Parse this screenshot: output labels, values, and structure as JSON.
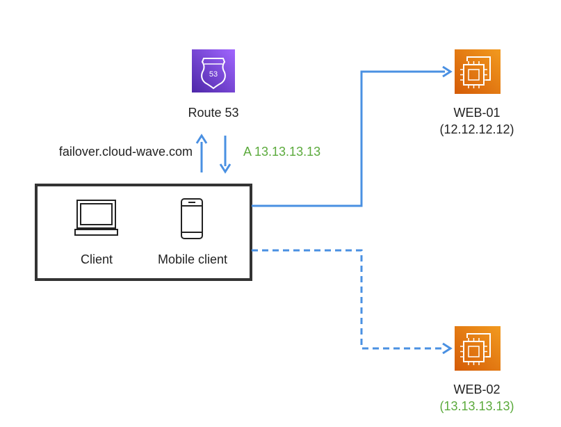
{
  "route53": {
    "badge_text": "53",
    "label": "Route 53",
    "icon": "route53-shield-icon",
    "color": "#8A3FE3"
  },
  "query": {
    "domain": "failover.cloud-wave.com",
    "answer": "A 13.13.13.13"
  },
  "clients": {
    "client_label": "Client",
    "mobile_label": "Mobile client",
    "client_icon": "laptop-icon",
    "mobile_icon": "smartphone-icon"
  },
  "servers": [
    {
      "name": "WEB-01",
      "ip": "(12.12.12.12)",
      "icon": "ec2-chip-icon",
      "link_style": "solid"
    },
    {
      "name": "WEB-02",
      "ip": "(13.13.13.13)",
      "icon": "ec2-chip-icon",
      "link_style": "dashed"
    }
  ],
  "colors": {
    "arrow": "#4A90E2",
    "active_ip": "#5BAA3C",
    "ec2": "#E8770F",
    "text": "#222222",
    "box_border": "#333333"
  }
}
